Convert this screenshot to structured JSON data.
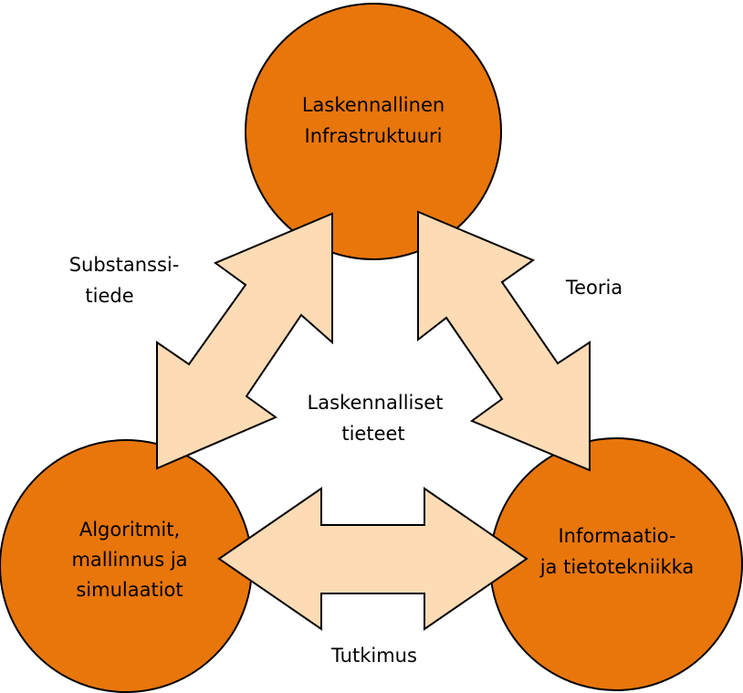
{
  "colors": {
    "circle_fill": "#E8760B",
    "circle_stroke": "#000000",
    "arrow_fill": "#FDDBB4",
    "arrow_stroke": "#000000",
    "text": "#000000"
  },
  "nodes": {
    "top": {
      "line1": "Laskennallinen",
      "line2": "Infrastruktuuri"
    },
    "left": {
      "line1": "Algoritmit,",
      "line2": "mallinnus ja",
      "line3": "simulaatiot"
    },
    "right": {
      "line1": "Informaatio-",
      "line2": "ja tietotekniikka"
    }
  },
  "edges": {
    "left": {
      "line1": "Substanssi-",
      "line2": "tiede"
    },
    "right": {
      "line1": "Teoria"
    },
    "bottom": {
      "line1": "Tutkimus"
    }
  },
  "center": {
    "line1": "Laskennalliset",
    "line2": "tieteet"
  }
}
